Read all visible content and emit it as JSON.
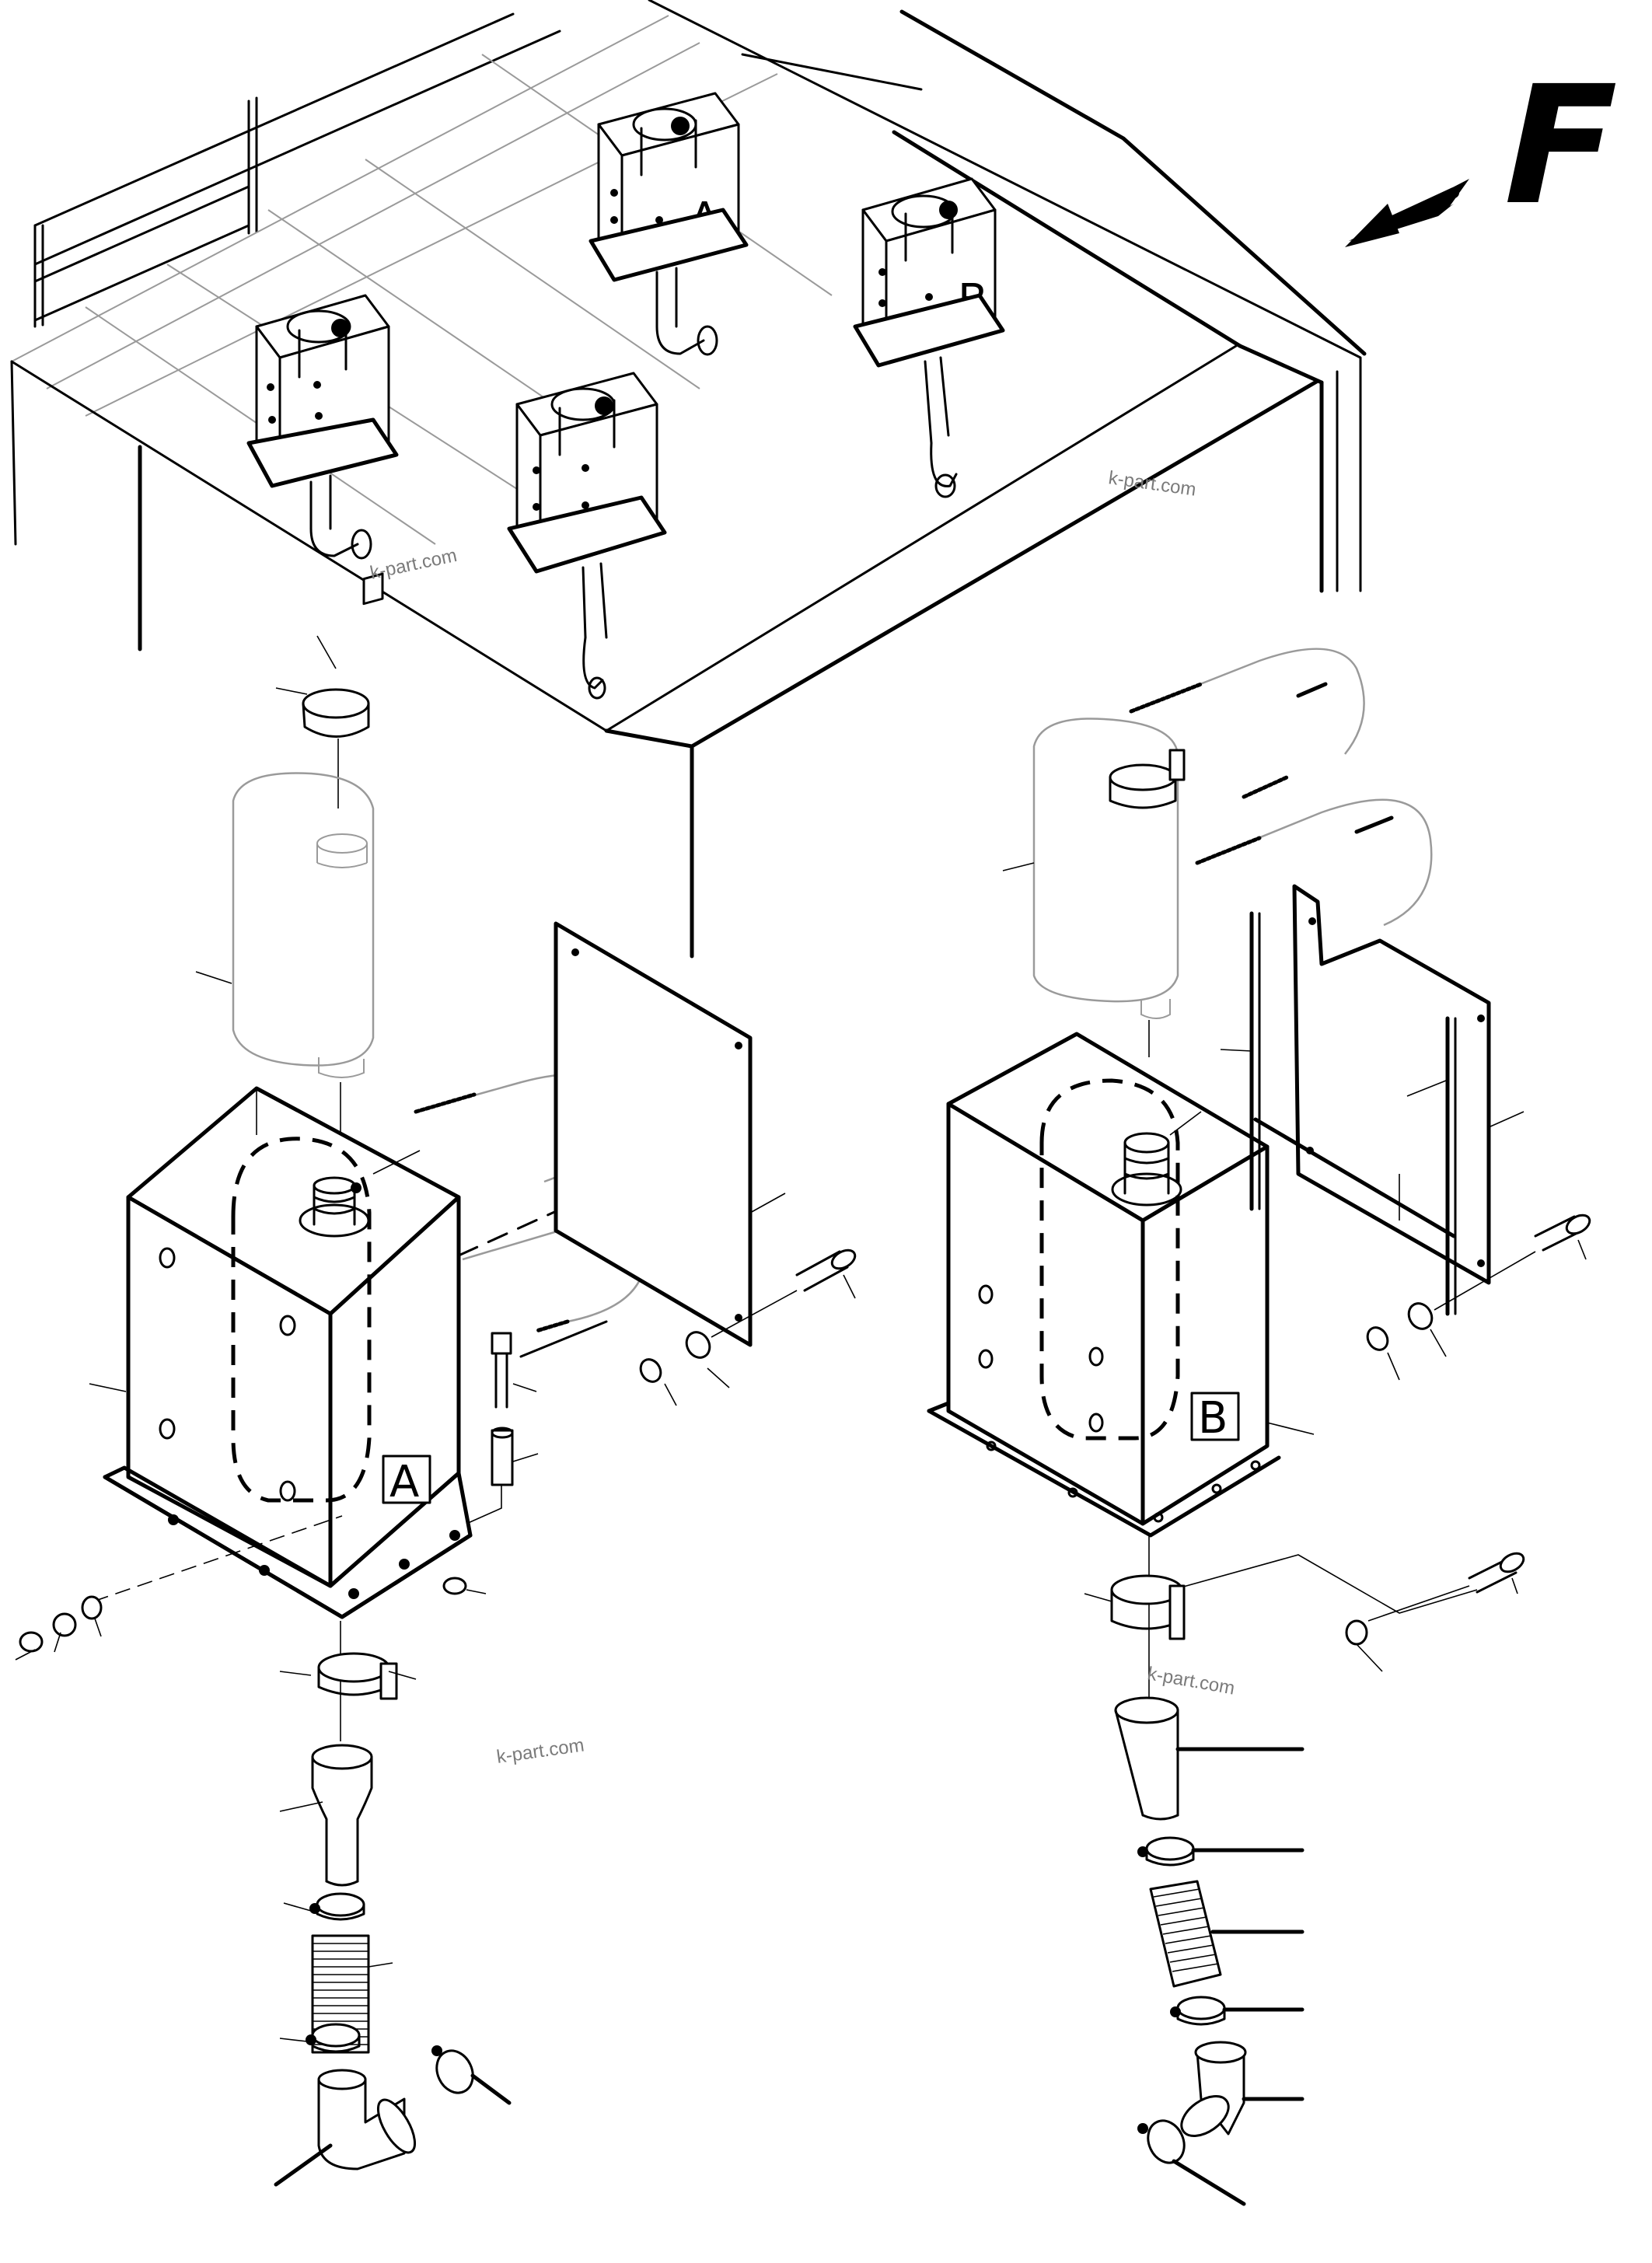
{
  "view": {
    "letter": "F"
  },
  "views": [
    {
      "id": "A",
      "label": "A"
    },
    {
      "id": "B",
      "label": "B"
    }
  ],
  "overview_tags": [
    "A",
    "B"
  ],
  "watermark": "k-part.com"
}
